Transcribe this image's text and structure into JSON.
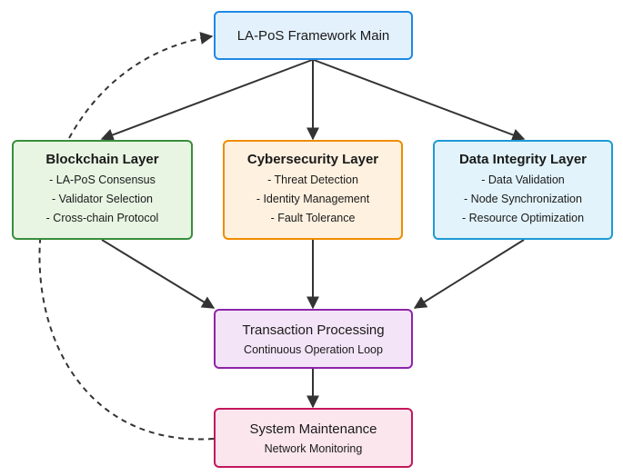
{
  "nodes": {
    "main": {
      "title": "LA-PoS Framework Main"
    },
    "blockchain": {
      "title": "Blockchain Layer",
      "items": [
        "- LA-PoS Consensus",
        "- Validator Selection",
        "- Cross-chain Protocol"
      ]
    },
    "cybersecurity": {
      "title": "Cybersecurity Layer",
      "items": [
        "- Threat Detection",
        "- Identity Management",
        "- Fault Tolerance"
      ]
    },
    "data_integrity": {
      "title": "Data Integrity Layer",
      "items": [
        "- Data Validation",
        "- Node Synchronization",
        "- Resource Optimization"
      ]
    },
    "transaction": {
      "title": "Transaction Processing",
      "subtitle": "Continuous Operation Loop"
    },
    "maintenance": {
      "title": "System Maintenance",
      "subtitle": "Network Monitoring"
    }
  },
  "edges": [
    {
      "from": "main",
      "to": "blockchain",
      "style": "solid"
    },
    {
      "from": "main",
      "to": "cybersecurity",
      "style": "solid"
    },
    {
      "from": "main",
      "to": "data_integrity",
      "style": "solid"
    },
    {
      "from": "blockchain",
      "to": "transaction",
      "style": "solid"
    },
    {
      "from": "cybersecurity",
      "to": "transaction",
      "style": "solid"
    },
    {
      "from": "data_integrity",
      "to": "transaction",
      "style": "solid"
    },
    {
      "from": "transaction",
      "to": "maintenance",
      "style": "solid"
    },
    {
      "from": "maintenance",
      "to": "main",
      "style": "dashed"
    }
  ],
  "colors": {
    "edge": "#333333",
    "main": "#1e88e5",
    "blockchain": "#388e3c",
    "cybersecurity": "#f08c00",
    "data_integrity": "#1e9ad6",
    "transaction": "#8e24aa",
    "maintenance": "#c2185b"
  }
}
